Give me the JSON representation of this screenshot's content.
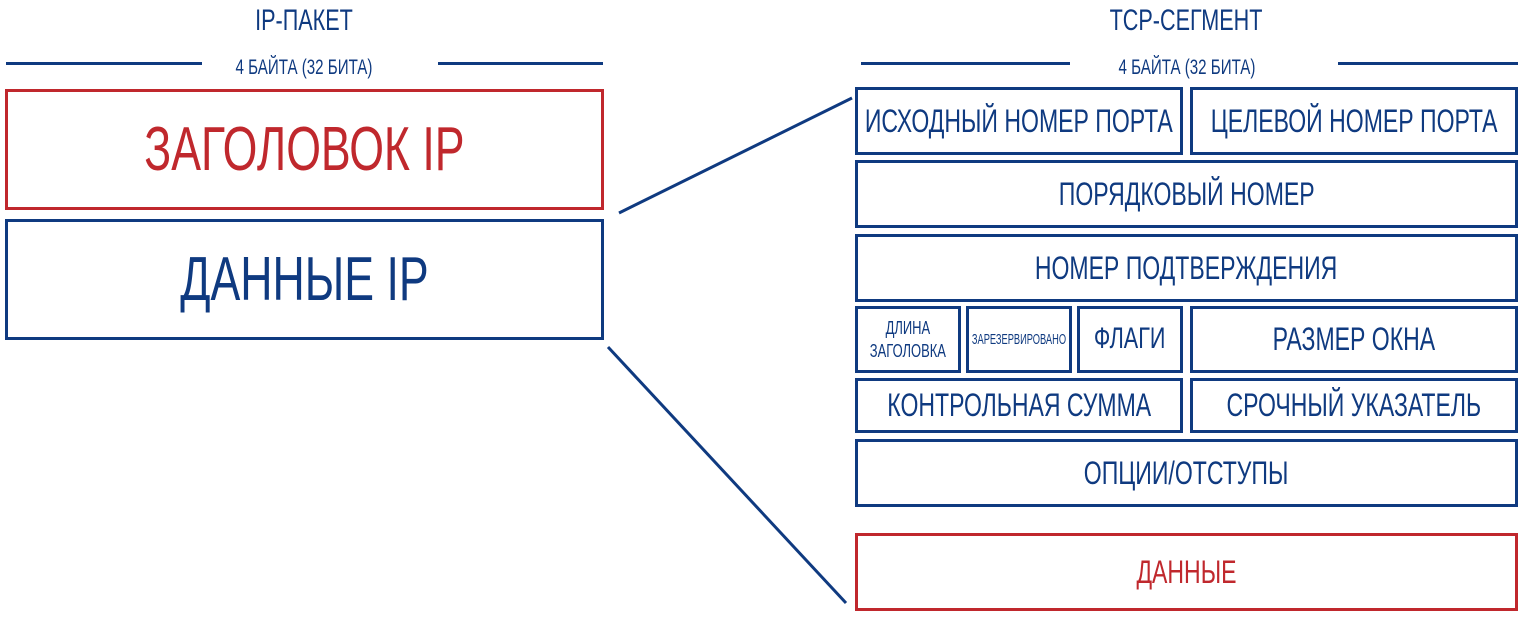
{
  "ip_packet": {
    "title": "IP-ПАКЕТ",
    "width_label": "4 БАЙТА (32 БИТА)",
    "header_label": "ЗАГОЛОВОК IP",
    "data_label": "ДАННЫЕ IP"
  },
  "tcp_segment": {
    "title": "TCP-СЕГМЕНТ",
    "width_label": "4 БАЙТА (32 БИТА)",
    "fields": {
      "source_port": "ИСХОДНЫЙ НОМЕР ПОРТА",
      "dest_port": "ЦЕЛЕВОЙ НОМЕР ПОРТА",
      "sequence_number": "ПОРЯДКОВЫЙ НОМЕР",
      "ack_number": "НОМЕР ПОДТВЕРЖДЕНИЯ",
      "header_length_line1": "ДЛИНА",
      "header_length_line2": "ЗАГОЛОВКА",
      "reserved": "ЗАРЕЗЕРВИРОВАНО",
      "flags": "ФЛАГИ",
      "window_size": "РАЗМЕР ОКНА",
      "checksum": "КОНТРОЛЬНАЯ СУММА",
      "urgent_pointer": "СРОЧНЫЙ УКАЗАТЕЛЬ",
      "options_padding": "ОПЦИИ/ОТСТУПЫ"
    },
    "data_label": "ДАННЫЕ"
  },
  "colors": {
    "blue": "#0f3a80",
    "red": "#c0282d"
  }
}
